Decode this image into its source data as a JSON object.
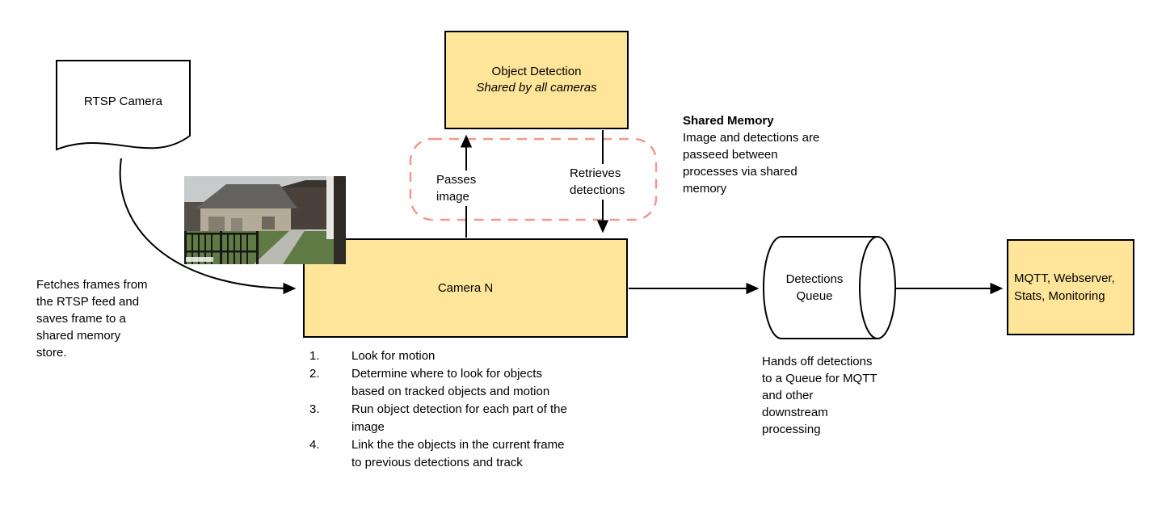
{
  "colors": {
    "box_fill": "#ffe599",
    "box_border": "#000000",
    "dashed_border": "#f1998e",
    "arrow": "#000000",
    "text": "#000000"
  },
  "nodes": {
    "rtsp_camera": {
      "label": "RTSP Camera"
    },
    "object_detection": {
      "title": "Object Detection",
      "subtitle": "Shared by all cameras"
    },
    "camera_n": {
      "label": "Camera N"
    },
    "detections_queue": {
      "label": "Detections Queue"
    },
    "mqtt": {
      "label": "MQTT, Webserver, Stats, Monitoring"
    }
  },
  "edge_labels": {
    "passes_image": "Passes image",
    "retrieves_detections": "Retrieves detections"
  },
  "notes": {
    "shared_memory_title": "Shared Memory",
    "shared_memory_body": "Image and detections are passeed between processes via shared memory",
    "fetches_frames": "Fetches frames from the RTSP feed and saves frame to a shared memory store.",
    "hands_off": "Hands off detections to a Queue for MQTT and other downstream processing"
  },
  "camera_steps": [
    {
      "num": "1.",
      "text": "Look for motion"
    },
    {
      "num": "2.",
      "text": "Determine where to look for objects based on tracked objects and motion"
    },
    {
      "num": "3.",
      "text": "Run object detection for each part of the image"
    },
    {
      "num": "4.",
      "text": "Link the the objects in the current frame to previous detections and track"
    }
  ]
}
